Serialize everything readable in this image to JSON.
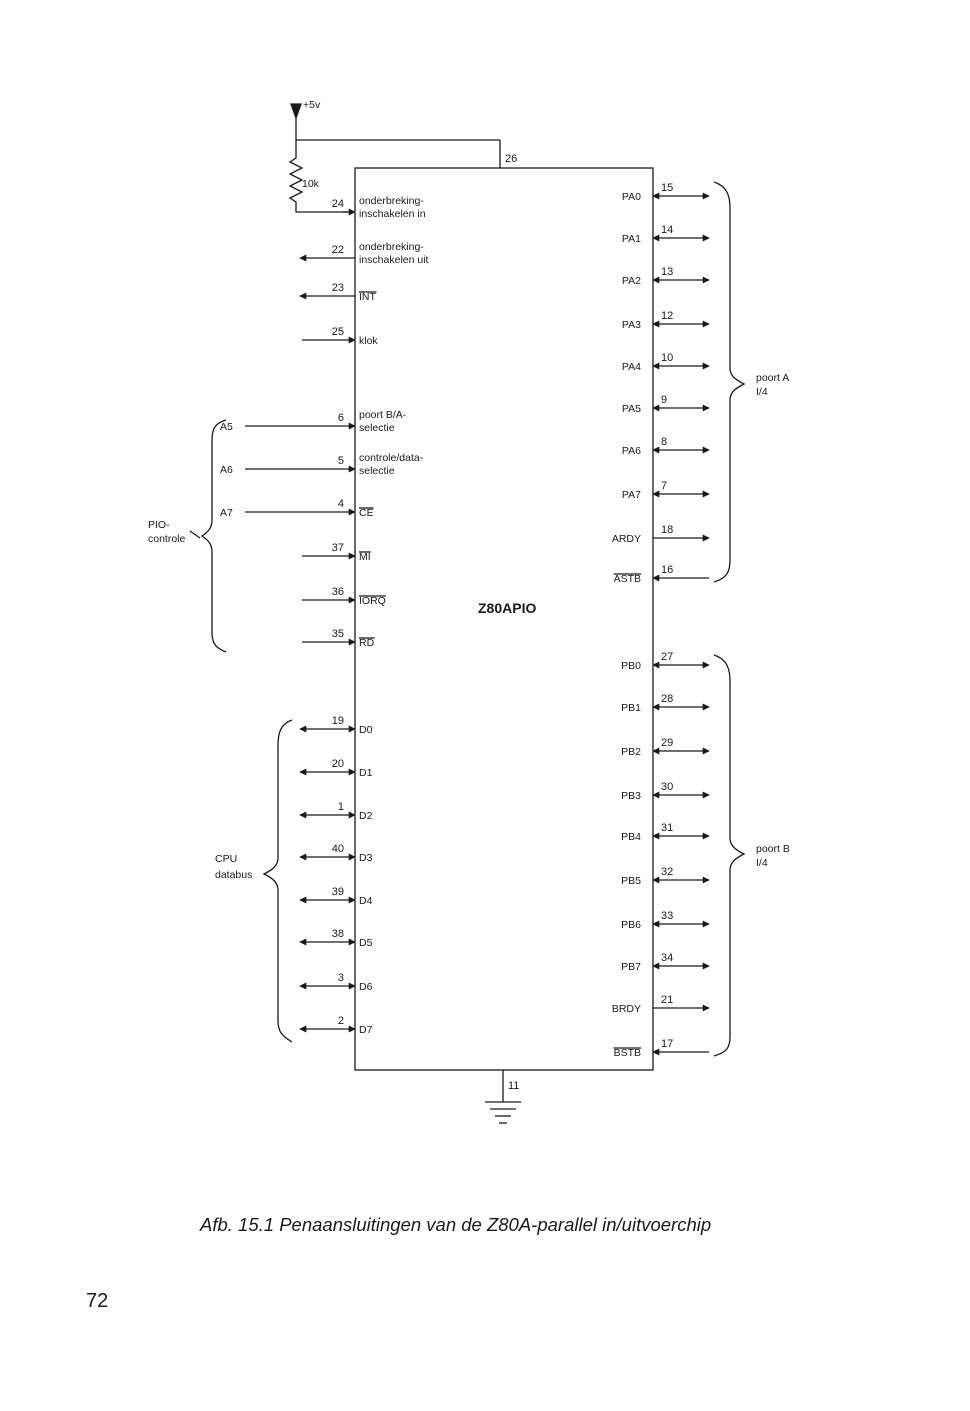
{
  "supply": {
    "label": "+5v",
    "resistor_label": "10k",
    "vcc_pin": "26",
    "gnd_pin": "11"
  },
  "chip": {
    "name": "Z80APIO"
  },
  "left_pins": [
    {
      "pin": "24",
      "label": [
        "onderbreking-",
        "inschakelen in"
      ],
      "dir": "in"
    },
    {
      "pin": "22",
      "label": [
        "onderbreking-",
        "inschakelen uit"
      ],
      "dir": "out"
    },
    {
      "pin": "23",
      "label": [
        "INT"
      ],
      "dir": "out",
      "overline": true
    },
    {
      "pin": "25",
      "label": [
        "klok"
      ],
      "dir": "in"
    },
    {
      "pin": "6",
      "label": [
        "poort B/A-",
        "selectie"
      ],
      "dir": "in",
      "src": "A5"
    },
    {
      "pin": "5",
      "label": [
        "controle/data-",
        "selectie"
      ],
      "dir": "in",
      "src": "A6"
    },
    {
      "pin": "4",
      "label": [
        "CE"
      ],
      "dir": "in",
      "src": "A7",
      "overline": true
    },
    {
      "pin": "37",
      "label": [
        "MI"
      ],
      "dir": "in",
      "overline": true
    },
    {
      "pin": "36",
      "label": [
        "IORQ"
      ],
      "dir": "in",
      "overline": true
    },
    {
      "pin": "35",
      "label": [
        "RD"
      ],
      "dir": "in",
      "overline": true
    },
    {
      "pin": "19",
      "label": [
        "D0"
      ],
      "dir": "bi"
    },
    {
      "pin": "20",
      "label": [
        "D1"
      ],
      "dir": "bi"
    },
    {
      "pin": "1",
      "label": [
        "D2"
      ],
      "dir": "bi"
    },
    {
      "pin": "40",
      "label": [
        "D3"
      ],
      "dir": "bi"
    },
    {
      "pin": "39",
      "label": [
        "D4"
      ],
      "dir": "bi"
    },
    {
      "pin": "38",
      "label": [
        "D5"
      ],
      "dir": "bi"
    },
    {
      "pin": "3",
      "label": [
        "D6"
      ],
      "dir": "bi"
    },
    {
      "pin": "2",
      "label": [
        "D7"
      ],
      "dir": "bi"
    }
  ],
  "right_pins": [
    {
      "pin": "15",
      "label": "PA0",
      "dir": "bi"
    },
    {
      "pin": "14",
      "label": "PA1",
      "dir": "bi"
    },
    {
      "pin": "13",
      "label": "PA2",
      "dir": "bi"
    },
    {
      "pin": "12",
      "label": "PA3",
      "dir": "bi"
    },
    {
      "pin": "10",
      "label": "PA4",
      "dir": "bi"
    },
    {
      "pin": "9",
      "label": "PA5",
      "dir": "bi"
    },
    {
      "pin": "8",
      "label": "PA6",
      "dir": "bi"
    },
    {
      "pin": "7",
      "label": "PA7",
      "dir": "bi"
    },
    {
      "pin": "18",
      "label": "ARDY",
      "dir": "out"
    },
    {
      "pin": "16",
      "label": "ASTB",
      "dir": "in",
      "overline": true
    },
    {
      "pin": "27",
      "label": "PB0",
      "dir": "bi"
    },
    {
      "pin": "28",
      "label": "PB1",
      "dir": "bi"
    },
    {
      "pin": "29",
      "label": "PB2",
      "dir": "bi"
    },
    {
      "pin": "30",
      "label": "PB3",
      "dir": "bi"
    },
    {
      "pin": "31",
      "label": "PB4",
      "dir": "bi"
    },
    {
      "pin": "32",
      "label": "PB5",
      "dir": "bi"
    },
    {
      "pin": "33",
      "label": "PB6",
      "dir": "bi"
    },
    {
      "pin": "34",
      "label": "PB7",
      "dir": "bi"
    },
    {
      "pin": "21",
      "label": "BRDY",
      "dir": "out"
    },
    {
      "pin": "17",
      "label": "BSTB",
      "dir": "in",
      "overline": true
    }
  ],
  "groups": {
    "pio_control": [
      "PIO-",
      "controle"
    ],
    "cpu_databus": [
      "CPU",
      "databus"
    ],
    "port_a": [
      "poort A",
      "I/4"
    ],
    "port_b": [
      "poort B",
      "I/4"
    ]
  },
  "caption": "Afb. 15.1 Penaansluitingen van de Z80A-parallel in/uitvoerchip",
  "page_number": "72"
}
